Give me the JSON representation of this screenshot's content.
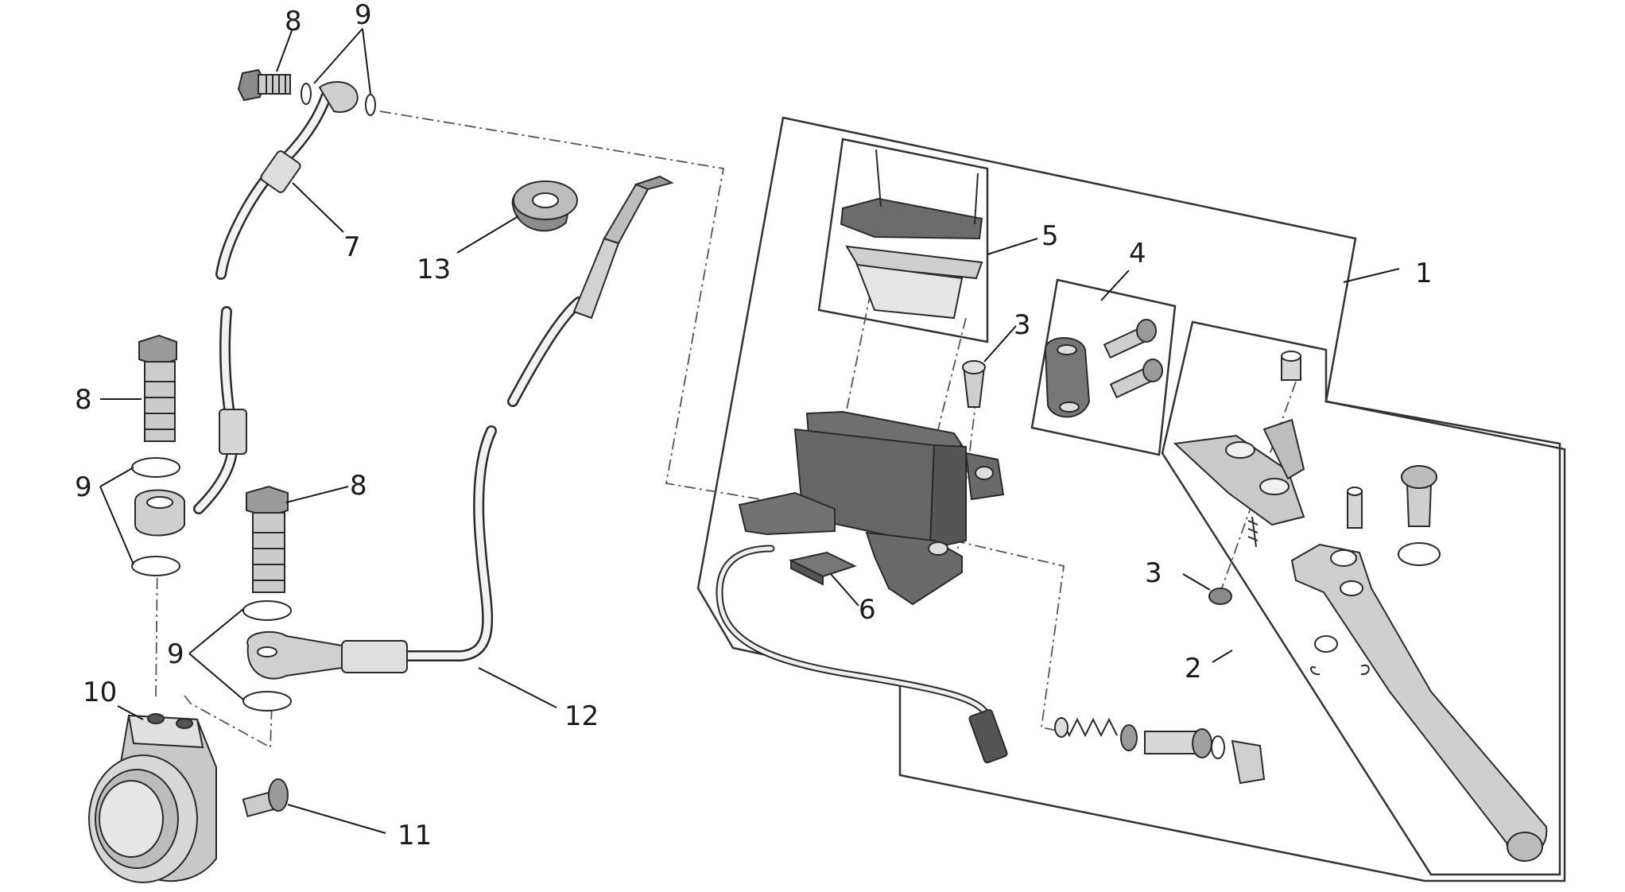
{
  "colors": {
    "ink": "#1a1a1a",
    "part_dark": "#666666",
    "part_mid": "#9a9a9a",
    "part_light": "#d9d9d9",
    "background": "#ffffff"
  },
  "callouts": {
    "c1": "1",
    "c2": "2",
    "c3a": "3",
    "c3b": "3",
    "c4": "4",
    "c5": "5",
    "c6": "6",
    "c7": "7",
    "c8a": "8",
    "c8b": "8",
    "c8c": "8",
    "c9a": "9",
    "c9b": "9",
    "c9c": "9",
    "c10": "10",
    "c11": "11",
    "c12": "12",
    "c13": "13"
  }
}
